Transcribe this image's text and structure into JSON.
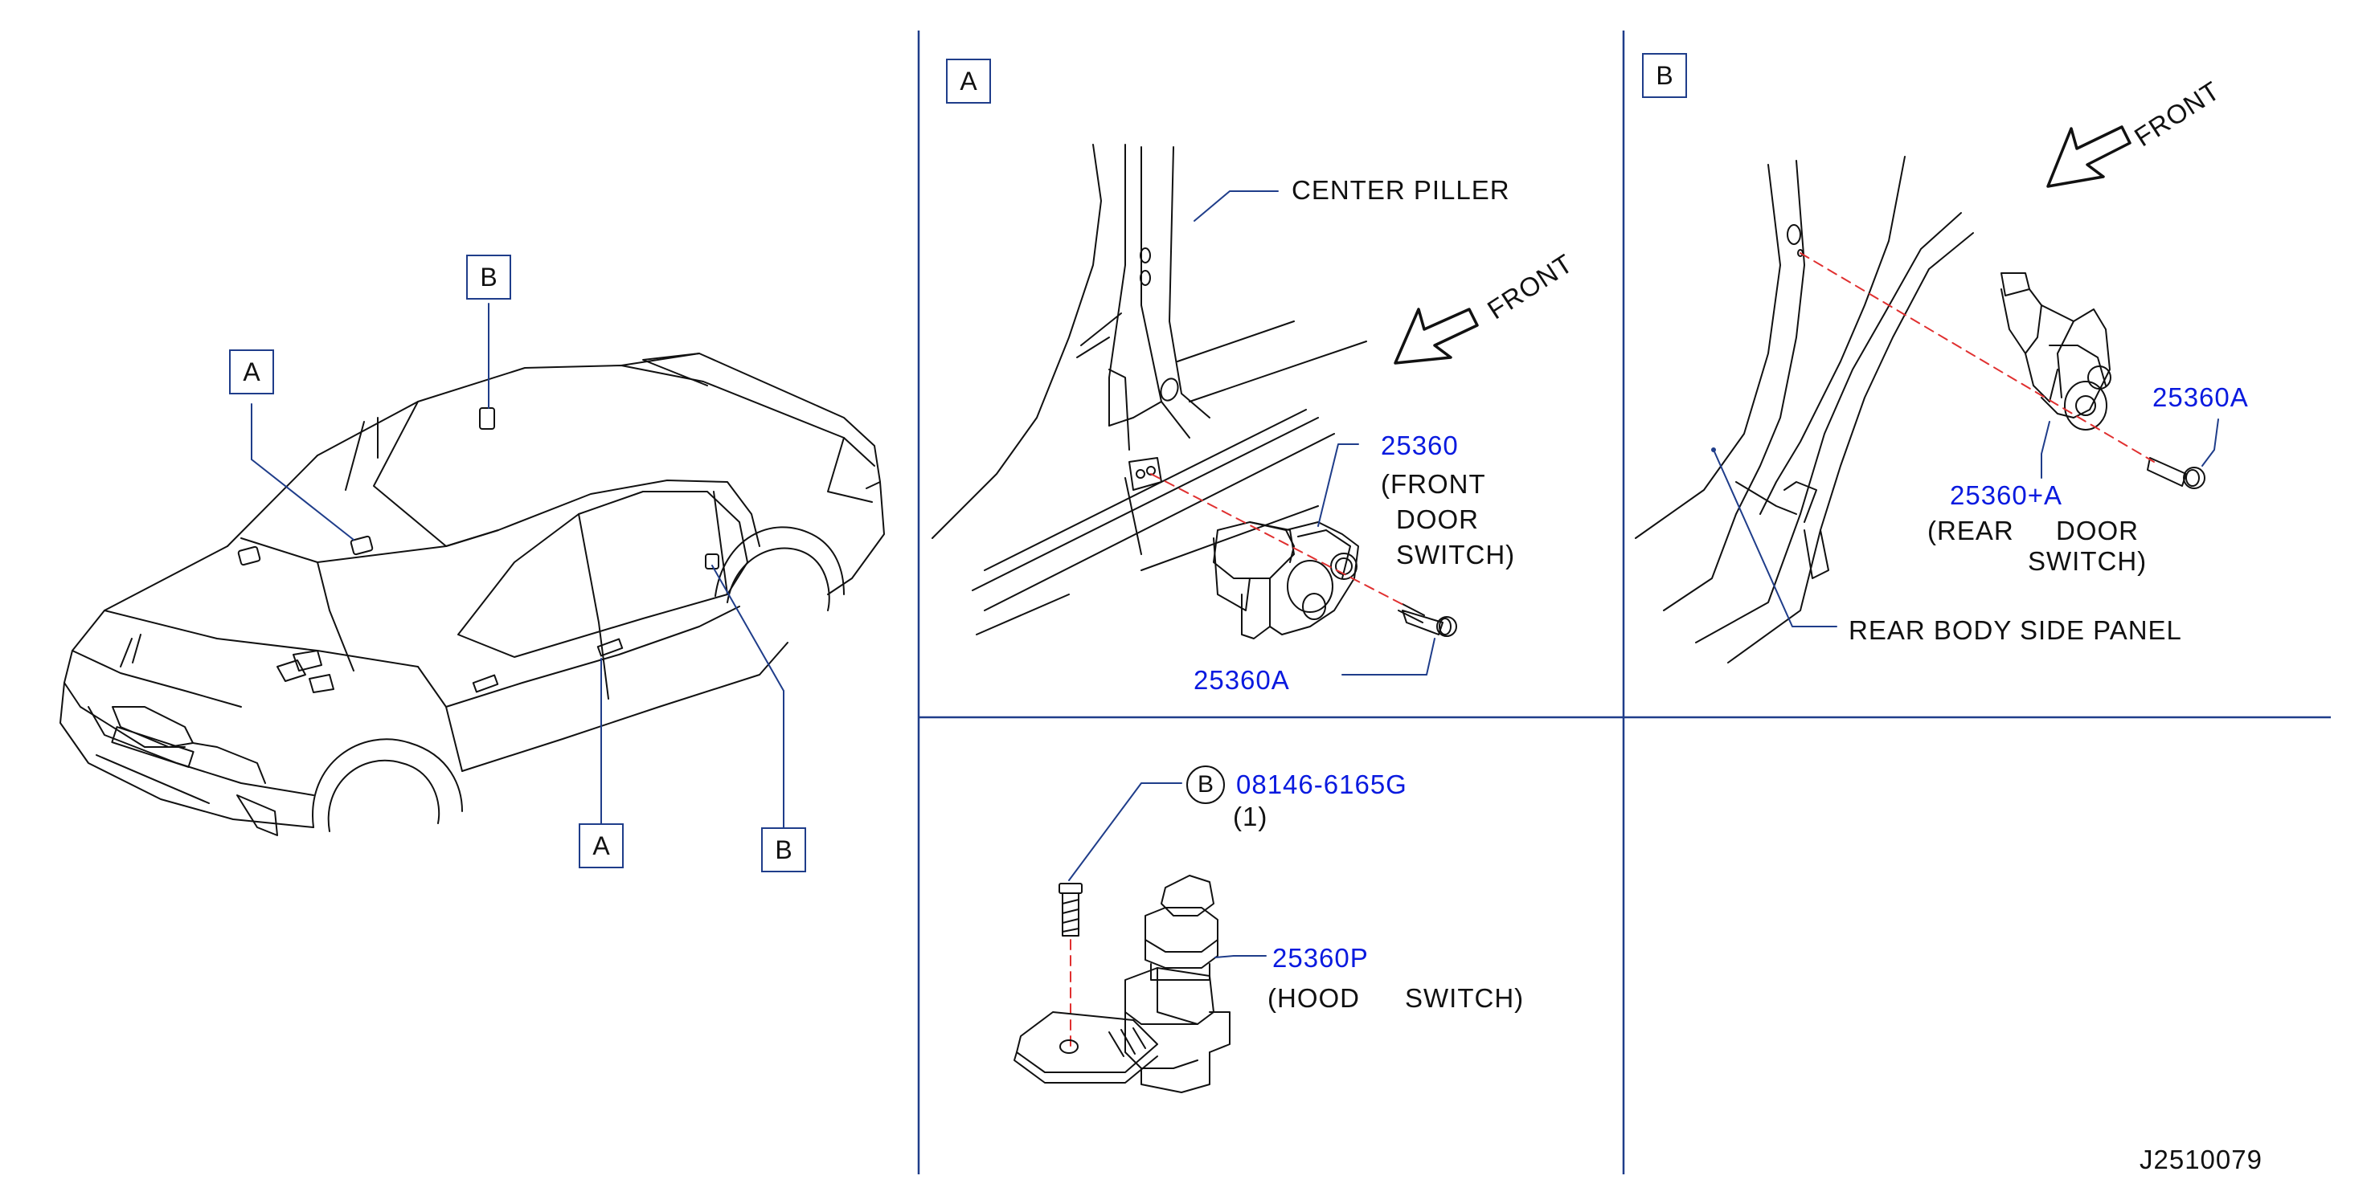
{
  "drawing_id": "J2510079",
  "overview": {
    "callout_a_top": "A",
    "callout_b_top": "B",
    "callout_a_bottom": "A",
    "callout_b_bottom": "B"
  },
  "panel_a": {
    "tag": "A",
    "center_pillar_label": "CENTER  PILLER",
    "front_label": "FRONT",
    "part_number": "25360",
    "part_desc_1": "(FRONT",
    "part_desc_2": "DOOR",
    "part_desc_3": "SWITCH)",
    "screw_part_number": "25360A"
  },
  "panel_b": {
    "tag": "B",
    "front_label": "FRONT",
    "screw_part_number": "25360A",
    "part_number": "25360+A",
    "part_desc_1": "(REAR",
    "part_desc_2": "DOOR",
    "part_desc_3": "SWITCH)",
    "panel_label": "REAR  BODY  SIDE  PANEL"
  },
  "panel_hood": {
    "bolt_marker": "B",
    "bolt_part_number": "08146-6165G",
    "bolt_qty": "(1)",
    "part_number": "25360P",
    "part_desc_1": "(HOOD",
    "part_desc_2": "SWITCH)"
  },
  "colors": {
    "line": "#111111",
    "frame": "#1f3d8a",
    "part_number": "#0a1adf",
    "dashed_axis": "#e03030"
  }
}
